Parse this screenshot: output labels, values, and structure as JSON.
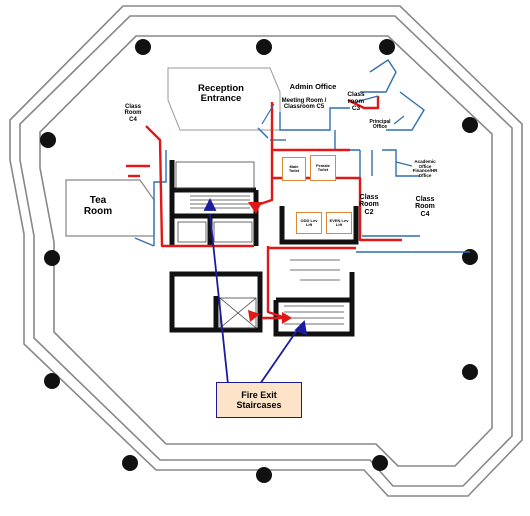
{
  "labels": {
    "reception": "Reception\nEntrance",
    "admin_office": "Admin Office",
    "meeting_room": "Meeting Room /\nClassroom C5",
    "classroom_c3": "Class\nroom\nC3",
    "principal_office": "Principal\nOffice",
    "classroom_c4_left": "Class\nRoom\nC4",
    "academic_office": "Academic\nOffice\nFinance/HR\nOffice",
    "classroom_c4_right": "Class\nRoom\nC4",
    "classroom_c2": "Class\nRoom\nC2",
    "tea_room": "Tea\nRoom",
    "male_toilet": "Male\nToilet",
    "female_toilet": "Female\nToilet",
    "lift_1": "ODD Lev\nLift",
    "lift_2": "EVEN Lev\nLift"
  },
  "legend": {
    "line1": "Fire Exit",
    "line2": "Staircases"
  },
  "colors": {
    "escape_route": "#e01818",
    "callout": "#1c1c9e",
    "room_walls": "#2f6fb0",
    "legend_fill": "#fde4c8",
    "toilet_border": "#d9893a"
  }
}
